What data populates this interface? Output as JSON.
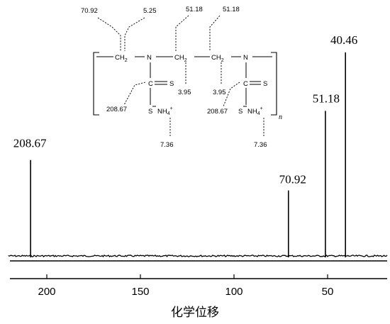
{
  "chart_data": {
    "type": "line",
    "xlabel": "化学位移",
    "xlim": [
      220,
      20
    ],
    "x_reversed": true,
    "xticks": [
      200,
      150,
      100,
      50
    ],
    "peaks": [
      {
        "x": 208.67,
        "y": 0.41,
        "label": "208.67"
      },
      {
        "x": 70.92,
        "y": 0.28,
        "label": "70.92"
      },
      {
        "x": 51.18,
        "y": 0.62,
        "label": "51.18"
      },
      {
        "x": 40.46,
        "y": 0.87,
        "label": "40.46"
      }
    ],
    "structure": {
      "groups": {
        "ch2": "CH",
        "ch2_sub": "2",
        "n": "N",
        "c": "C",
        "s": "S",
        "s_minus": "S",
        "nh4": "NH",
        "nh4_sub": "4",
        "plus": "+",
        "repeat": "n"
      },
      "annotations": {
        "a1": "70.92",
        "a2": "5.25",
        "a3": "51.18",
        "a4": "51.18",
        "a5": "3.95",
        "a6": "3.95",
        "a7": "208.67",
        "a8": "208.67",
        "a9": "7.36",
        "a10": "7.36"
      }
    }
  }
}
